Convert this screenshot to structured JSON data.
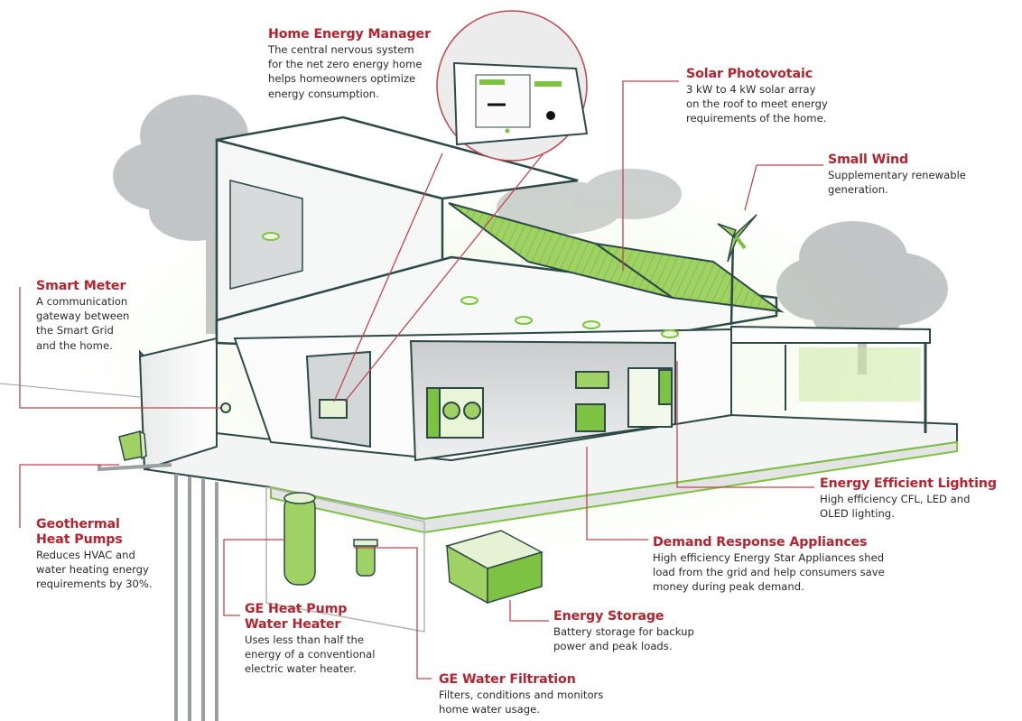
{
  "diagram": {
    "subject": "Net zero energy home",
    "accent_color": "#b5232f",
    "highlight_color": "#7dc242",
    "line_color": "#2d4a46",
    "callouts": [
      {
        "id": "home-energy-manager",
        "title": "Home Energy Manager",
        "desc": "The central nervous system\nfor the net zero energy home\nhelps  homeowners optimize\nenergy consumption."
      },
      {
        "id": "solar-photovoltaic",
        "title": "Solar Photovotaic",
        "desc": "3 kW to 4 kW solar array\non the roof to meet energy\nrequirements of the home."
      },
      {
        "id": "small-wind",
        "title": "Small Wind",
        "desc": "Supplementary renewable\ngeneration."
      },
      {
        "id": "smart-meter",
        "title": "Smart Meter",
        "desc": "A communication\ngateway between\nthe Smart Grid\nand the home."
      },
      {
        "id": "geothermal-heat-pumps",
        "title": "Geothermal\nHeat Pumps",
        "desc": "Reduces HVAC and\nwater heating energy\nrequirements by 30%."
      },
      {
        "id": "energy-efficient-lighting",
        "title": "Energy Efficient Lighting",
        "desc": "High efficiency CFL, LED and\nOLED lighting."
      },
      {
        "id": "demand-response-appliances",
        "title": "Demand Response Appliances",
        "desc": "High efficiency Energy Star Appliances shed\nload from the grid and help consumers save\nmoney during peak demand."
      },
      {
        "id": "energy-storage",
        "title": "Energy Storage",
        "desc": "Battery storage for backup\npower and peak loads."
      },
      {
        "id": "ge-heat-pump-water-heater",
        "title": "GE Heat Pump\nWater Heater",
        "desc": "Uses less than half the\nenergy of a conventional\nelectric water heater."
      },
      {
        "id": "ge-water-filtration",
        "title": "GE Water Filtration",
        "desc": "Filters, conditions and monitors\nhome water usage."
      }
    ]
  }
}
